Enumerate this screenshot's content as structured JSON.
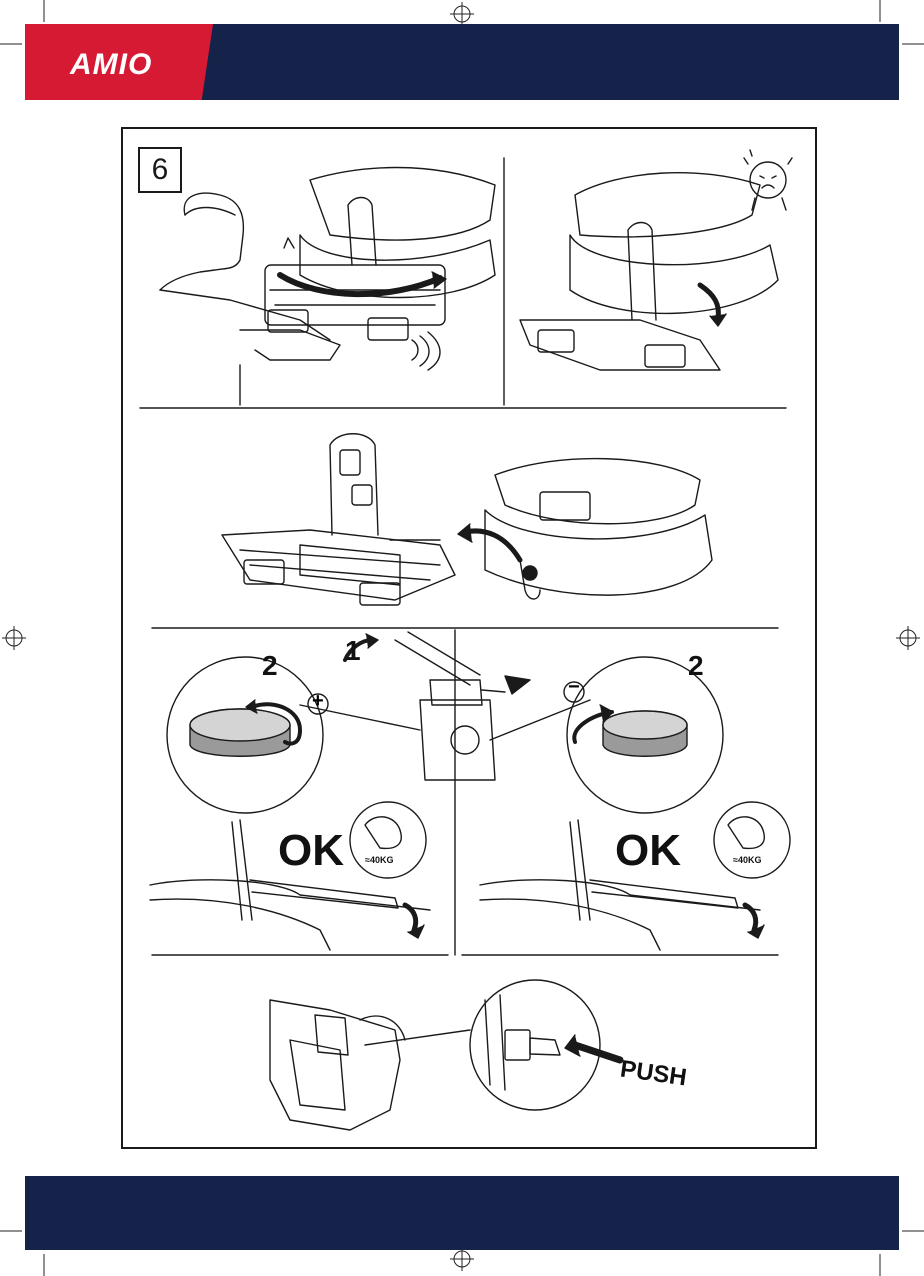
{
  "header": {
    "brand": "AMIO",
    "colors": {
      "bar": "#15224a",
      "logo_bg": "#d71a34"
    }
  },
  "step": {
    "number": "6"
  },
  "labels": {
    "push": "PUSH",
    "ok_left": "OK",
    "ok_right": "OK",
    "weight_left": "≈40KG",
    "weight_right": "≈40KG",
    "step1": "1",
    "step2_left": "2",
    "step2_right": "2",
    "plus": "+",
    "minus": "−"
  }
}
